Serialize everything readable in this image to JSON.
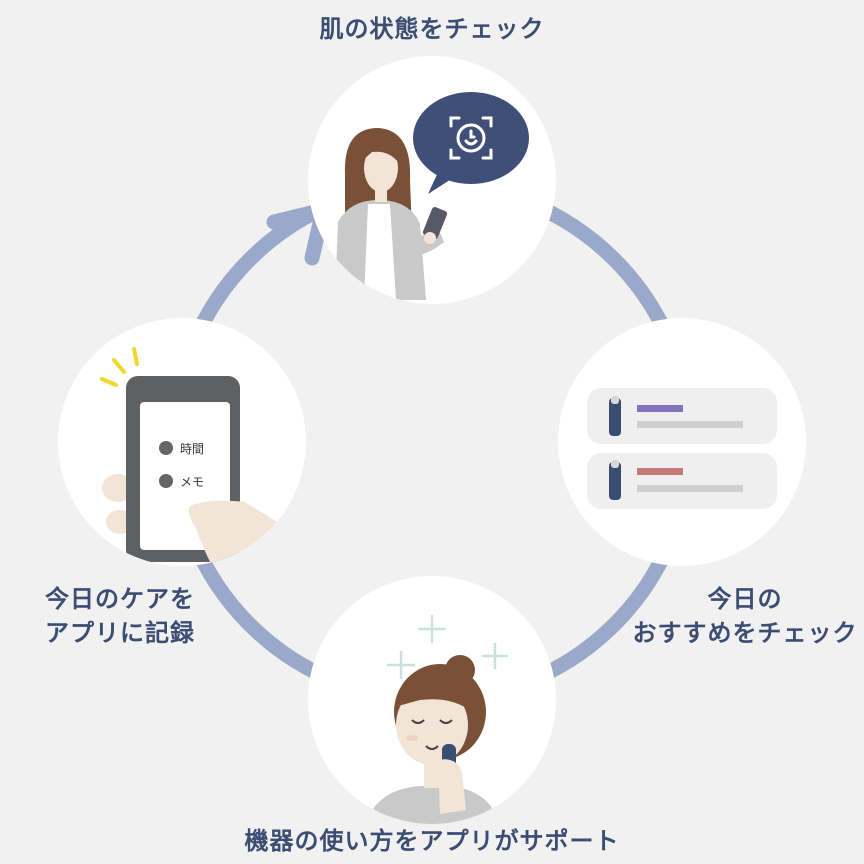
{
  "labels": {
    "top": "肌の状態をチェック",
    "right_line1": "今日の",
    "right_line2": "おすすめをチェック",
    "left_line1": "今日のケアを",
    "left_line2": "アプリに記録",
    "bottom": "機器の使い方をアプリがサポート"
  },
  "phone_screen": {
    "item1": "時間",
    "item2": "メモ"
  },
  "colors": {
    "background": "#f1f1f1",
    "cycle_arrow": "#9aa9c9",
    "label_text": "#3c4d73",
    "speech_bubble": "#3f4f78",
    "bar_purple": "#8474be",
    "bar_red": "#c47b78",
    "bar_gray": "#cfcfcf"
  },
  "icons": [
    "face-scan-icon",
    "skincare-device-icon",
    "sparkle-icon",
    "attention-marks-icon"
  ]
}
